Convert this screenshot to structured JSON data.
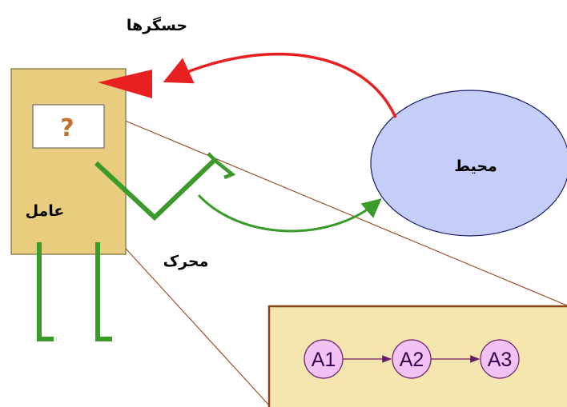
{
  "labels": {
    "sensors": "حسگرها",
    "agent": "عامل",
    "environment": "محیط",
    "actuators": "محرک",
    "unknown": "?"
  },
  "states": [
    "A1",
    "A2",
    "A3"
  ],
  "colors": {
    "agent_box": "#e8cd7e",
    "environment": "#c5cef7",
    "state_fill": "#f3c2f5",
    "sensor_arrow": "#e82020",
    "actuator": "#3a9a2a",
    "zoom_lines": "#a0522d",
    "question_mark": "#c07028"
  }
}
